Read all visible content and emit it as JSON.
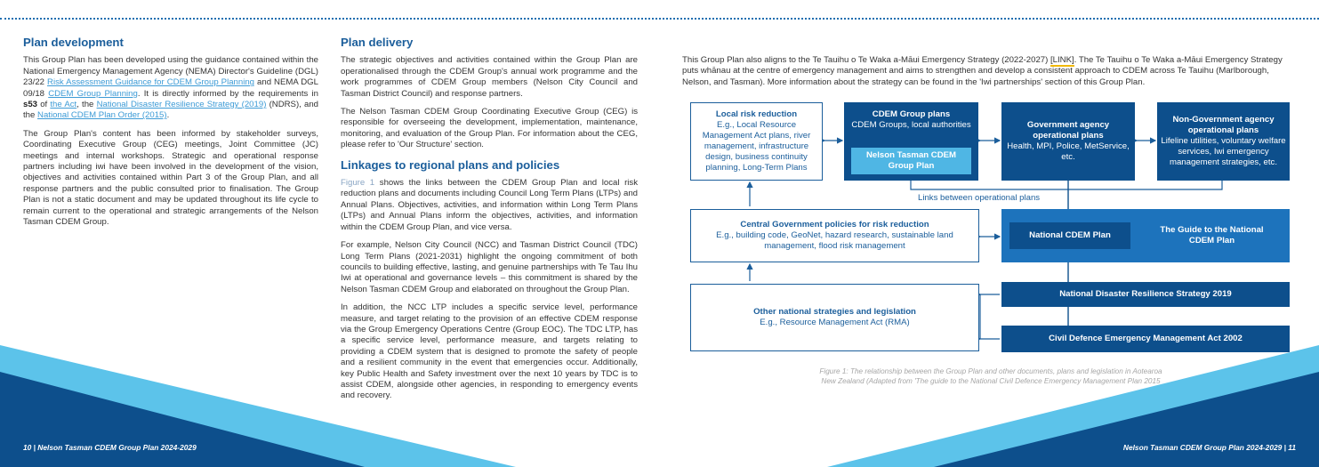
{
  "left": {
    "plan_dev": {
      "heading": "Plan development",
      "p1_a": "This Group Plan has been developed using the guidance contained within the National Emergency Management Agency (NEMA) Director's Guideline (DGL) 23/22 ",
      "p1_link1": "Risk Assessment Guidance for CDEM Group Planning",
      "p1_b": " and NEMA DGL 09/18 ",
      "p1_link2": "CDEM Group Planning",
      "p1_c": ". It is directly informed by the requirements in ",
      "p1_bold": "s53",
      "p1_d": " of ",
      "p1_link3": "the Act",
      "p1_e": ", the ",
      "p1_link4": "National Disaster Resilience Strategy (2019)",
      "p1_f": " (NDRS), and the ",
      "p1_link5": "National CDEM Plan Order (2015)",
      "p1_g": ".",
      "p2": "The Group Plan's content has been informed by stakeholder surveys, Coordinating Executive Group (CEG) meetings, Joint Committee (JC) meetings and internal workshops. Strategic and operational response partners including iwi have been involved in the development of the vision, objectives and activities contained within Part 3 of the Group Plan, and all response partners and the public consulted prior to finalisation. The Group Plan is not a static document and may be updated throughout its life cycle to remain current to the operational and strategic arrangements of the Nelson Tasman CDEM Group."
    },
    "plan_delivery": {
      "heading": "Plan delivery",
      "p1": "The strategic objectives and activities contained within the Group Plan are operationalised through the CDEM Group's annual work programme and the work programmes of CDEM Group members (Nelson City Council and Tasman District Council) and response partners.",
      "p2": "The Nelson Tasman CDEM Group Coordinating Executive Group (CEG) is responsible for overseeing the development, implementation, maintenance, monitoring, and evaluation of the Group Plan. For information about the CEG, please refer to 'Our Structure' section."
    },
    "linkages": {
      "heading": "Linkages to regional plans and policies",
      "p1_ref": "Figure 1",
      "p1": " shows the links between the CDEM Group Plan and local risk reduction plans and documents including Council Long Term Plans (LTPs) and Annual Plans. Objectives, activities, and information within Long Term Plans (LTPs) and Annual Plans inform the objectives, activities, and information within the CDEM Group Plan, and vice versa.",
      "p2": "For example, Nelson City Council (NCC) and Tasman District Council (TDC) Long Term Plans (2021-2031) highlight the ongoing commitment of both councils to building effective, lasting, and genuine partnerships with Te Tau Ihu Iwi at operational and governance levels – this commitment is shared by the Nelson Tasman CDEM Group and elaborated on throughout the Group Plan.",
      "p3": "In addition, the NCC LTP includes a specific service level, performance measure, and target relating to the provision of an effective CDEM response via the Group Emergency Operations Centre (Group EOC). The TDC LTP, has a specific service level, performance measure, and targets relating to providing a CDEM system that is designed to promote the safety of people and a resilient community in the event that emergencies occur. Additionally, key Public Health and Safety investment over the next 10 years by TDC is to assist CDEM, alongside other agencies, in responding to emergency events and recovery."
    }
  },
  "right": {
    "intro_a": "This Group Plan also aligns to the Te Tauihu o Te Waka a-Māui Emergency Strategy (2022-2027) ",
    "intro_link": "[LINK]",
    "intro_b": ". The Te Tauihu o Te Waka a-Māui Emergency Strategy puts whānau at the centre of emergency management and aims to strengthen and develop a consistent approach to CDEM across Te Tauihu (Marlborough, Nelson, and Tasman). More information about the strategy can be found in the 'Iwi partnerships' section of this Group Plan.",
    "diagram": {
      "local_risk_title": "Local risk reduction",
      "local_risk_body": "E.g., Local Resource Management Act plans, river management, infrastructure design, business continuity planning, Long-Term Plans",
      "cdem_title": "CDEM Group plans",
      "cdem_body": "CDEM Groups, local authorities",
      "nt_plan": "Nelson Tasman CDEM Group Plan",
      "gov_title": "Government agency operational plans",
      "gov_body": "Health, MPI, Police, MetService, etc.",
      "nongov_title": "Non-Government agency operational plans",
      "nongov_body": "Lifeline utilities, voluntary welfare services, Iwi emergency management strategies, etc.",
      "links_label": "Links between operational plans",
      "central_title": "Central Government policies for risk reduction",
      "central_body": "E.g., building code, GeoNet, hazard research, sustainable land management, flood risk management",
      "national_plan": "National CDEM Plan",
      "guide": "The Guide to the National CDEM Plan",
      "other_title": "Other national strategies and legislation",
      "other_body": "E.g., Resource Management Act (RMA)",
      "ndrs": "National Disaster Resilience Strategy 2019",
      "act": "Civil Defence Emergency Management Act 2002"
    },
    "caption": "Figure 1: The relationship between the Group Plan and other documents, plans and legislation in Aotearoa New Zealand (Adapted from 'The guide to the National Civil Defence Emergency Management Plan 2015"
  },
  "footer": {
    "left": "10 | Nelson Tasman CDEM Group Plan 2024-2029",
    "right": "Nelson Tasman CDEM Group Plan 2024-2029 | 11"
  },
  "colors": {
    "dark": "#0d4f8c",
    "mid": "#1d73bc",
    "light": "#4fb6e4",
    "heading": "#1b5e9b"
  }
}
